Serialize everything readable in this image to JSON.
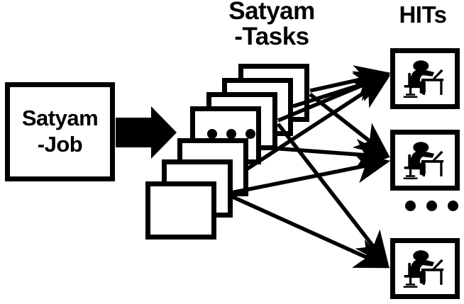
{
  "diagram": {
    "title_tasks": "Satyam\n-Tasks",
    "title_hits": "HITs",
    "job_box_label": "Satyam\n-Job",
    "flow_arrow": "thick-right-arrow",
    "task_cards": {
      "count": 7,
      "featured_card_content": "ellipsis-three-dots",
      "dots": [
        "dot",
        "dot",
        "dot"
      ]
    },
    "hits": {
      "boxes": [
        {
          "icon": "worker-at-desk-icon"
        },
        {
          "icon": "worker-at-desk-icon"
        },
        {
          "icon": "worker-at-desk-icon"
        }
      ],
      "ellipsis": [
        "dot",
        "dot",
        "dot"
      ]
    },
    "connectors": {
      "description": "many-to-many task-to-HIT assignment arrows",
      "count": 9
    },
    "colors": {
      "stroke": "#000000",
      "background": "#ffffff"
    }
  }
}
